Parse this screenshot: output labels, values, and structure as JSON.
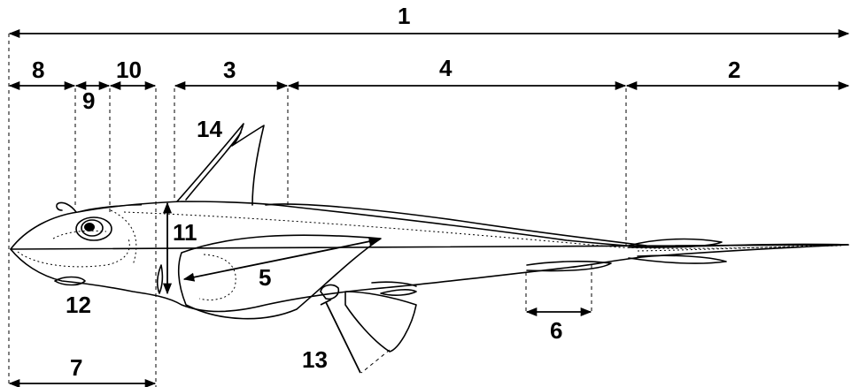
{
  "diagram": {
    "subject": "chimaera-morphometrics",
    "labels": [
      "1",
      "2",
      "3",
      "4",
      "5",
      "6",
      "7",
      "8",
      "9",
      "10",
      "11",
      "12",
      "13",
      "14"
    ]
  }
}
